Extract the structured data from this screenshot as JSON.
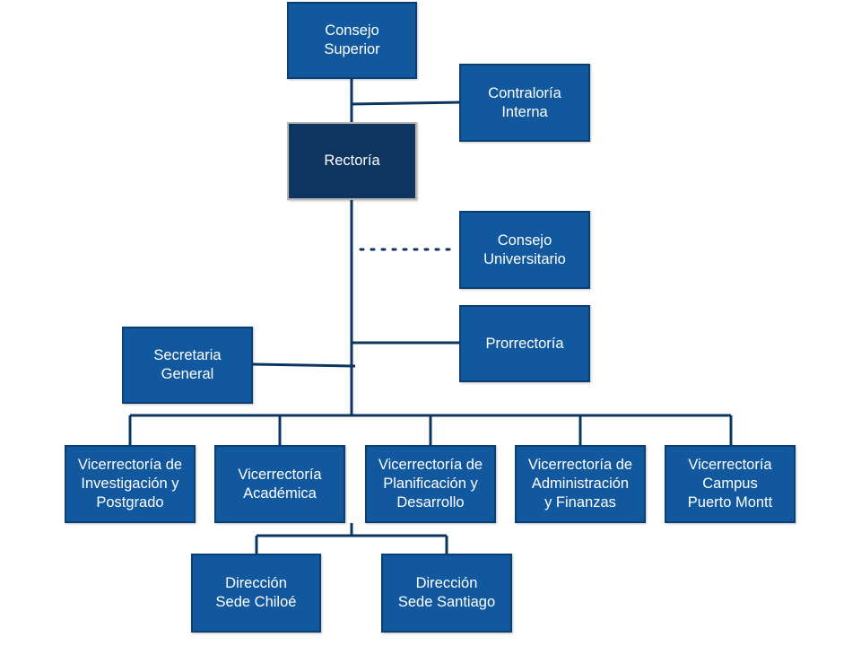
{
  "colors": {
    "box_fill": "#11589f",
    "box_fill_dark": "#0d3560",
    "box_border": "#0c3f71",
    "highlight_border": "#b7b7b7",
    "line": "#0d3560"
  },
  "nodes": {
    "consejo_superior": "Consejo\nSuperior",
    "contraloria_interna": "Contraloría\nInterna",
    "rectoria": "Rectoría",
    "consejo_universitario": "Consejo\nUniversitario",
    "prorrectoria": "Prorrectoría",
    "secretaria_general": "Secretaria\nGeneral",
    "vicerrectorias": [
      "Vicerrectoría de\nInvestigación y\nPostgrado",
      "Vicerrectoría\nAcadémica",
      "Vicerrectoría de\nPlanificación y\nDesarrollo",
      "Vicerrectoría de\nAdministración\ny Finanzas",
      "Vicerrectoría\nCampus\nPuerto Montt"
    ],
    "direcciones": [
      "Dirección\nSede Chiloé",
      "Dirección\nSede Santiago"
    ]
  }
}
